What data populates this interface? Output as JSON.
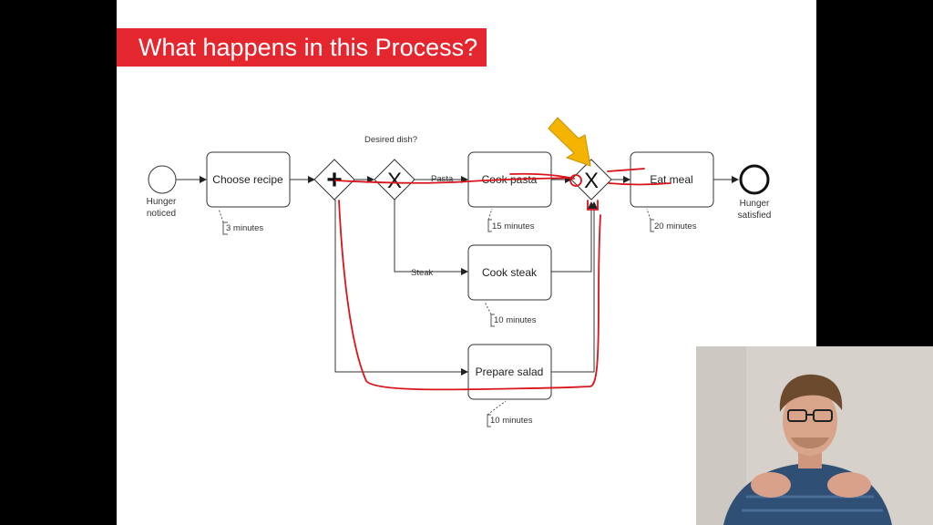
{
  "slide": {
    "title": "What happens in this Process?"
  },
  "diagram": {
    "question": "Desired dish?",
    "start_event": {
      "label_line1": "Hunger",
      "label_line2": "noticed"
    },
    "end_event": {
      "label_line1": "Hunger",
      "label_line2": "satisfied"
    },
    "tasks": {
      "choose_recipe": {
        "label": "Choose recipe",
        "duration": "3 minutes"
      },
      "cook_pasta": {
        "label": "Cook pasta",
        "duration": "15 minutes"
      },
      "cook_steak": {
        "label": "Cook steak",
        "duration": "10 minutes"
      },
      "prepare_salad": {
        "label": "Prepare salad",
        "duration": "10 minutes"
      },
      "eat_meal": {
        "label": "Eat meal",
        "duration": "20 minutes"
      }
    },
    "flow_labels": {
      "pasta": "Pasta",
      "steak": "Steak"
    },
    "gateways": {
      "parallel_split": "+",
      "exclusive_split": "X",
      "exclusive_merge": "X"
    },
    "annotation_colors": {
      "pen": "#d9141c",
      "arrow": "#f5b400"
    }
  },
  "webcam": {
    "colors": {
      "background": "#d6d1cb",
      "sweater": "#2f4f74",
      "skin": "#d8a48a",
      "hair": "#6b4a2e"
    }
  }
}
